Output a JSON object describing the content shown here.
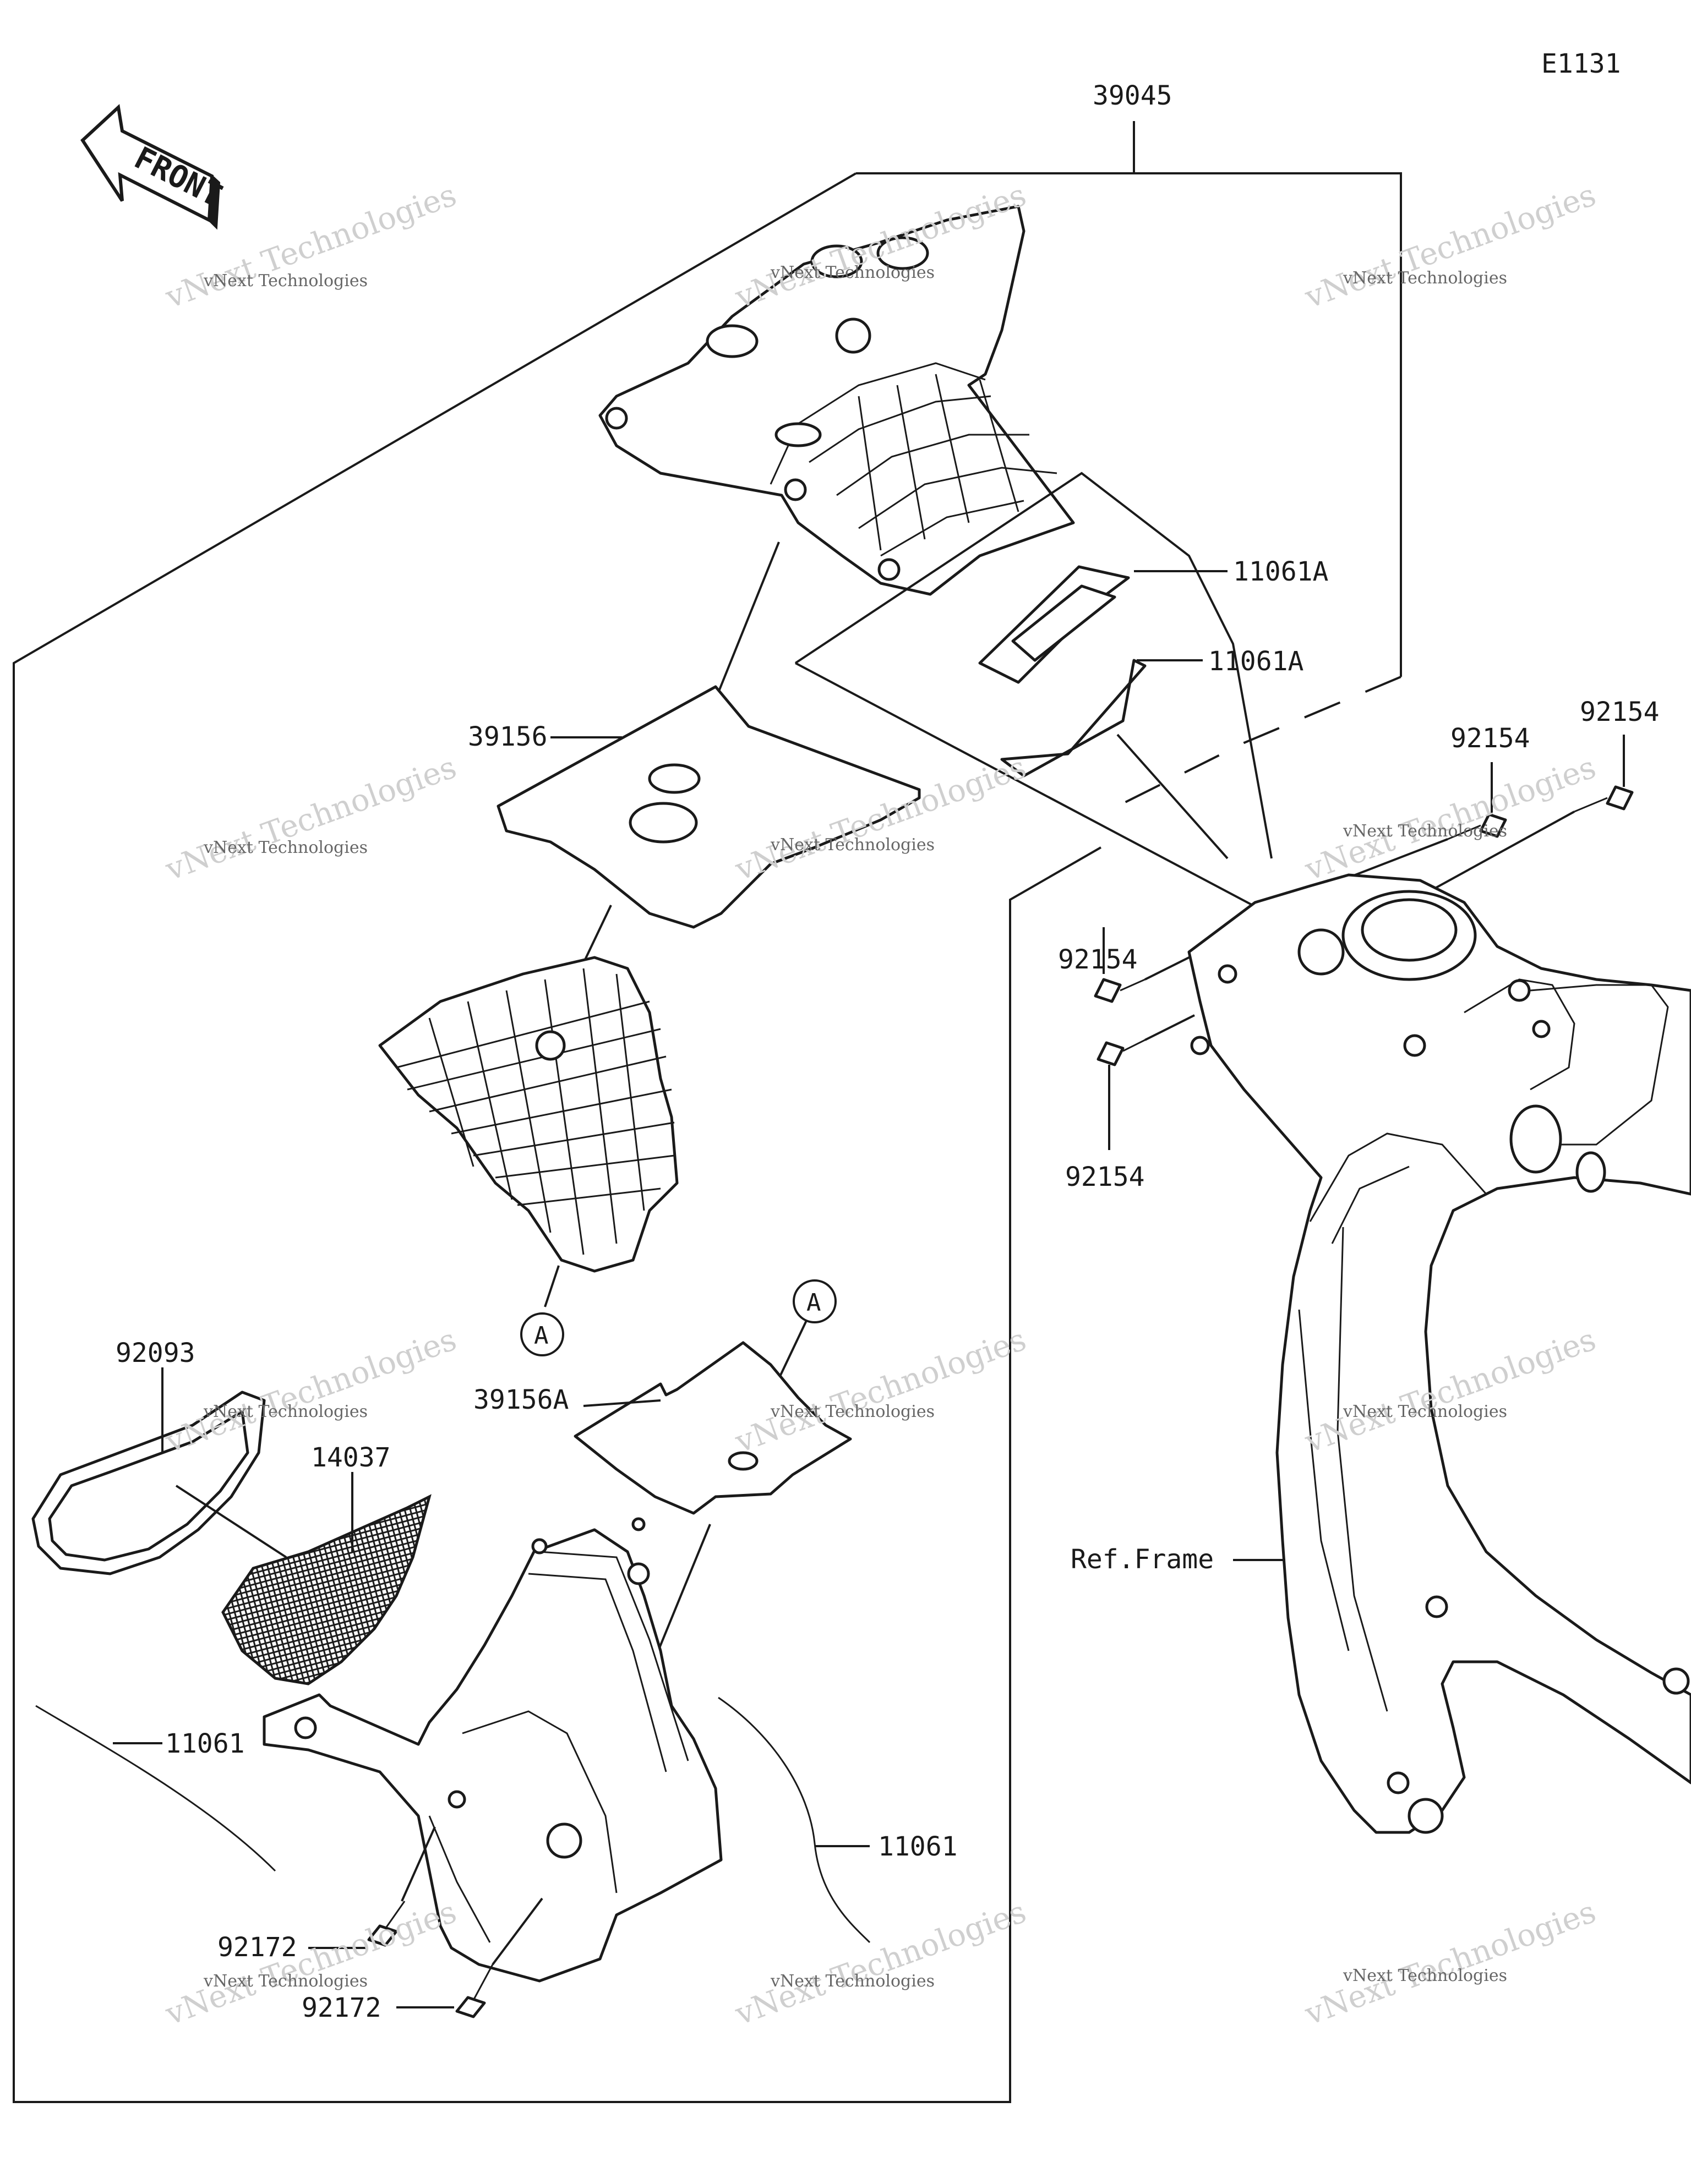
{
  "diagram_code": "E1131",
  "front_label": "FRONT",
  "callouts": {
    "p39045": "39045",
    "p11061a_1": "11061A",
    "p11061a_2": "11061A",
    "p39156": "39156",
    "p92154_1": "92154",
    "p92154_2": "92154",
    "p92154_3": "92154",
    "p92154_4": "92154",
    "p92093": "92093",
    "p14037": "14037",
    "p39156a": "39156A",
    "p11061_1": "11061",
    "p11061_2": "11061",
    "p92172_1": "92172",
    "p92172_2": "92172",
    "ref_frame": "Ref.Frame",
    "mark_a_1": "A",
    "mark_a_2": "A"
  },
  "watermark": {
    "line1": "vNext Technologies",
    "line2": "vNext Technologies"
  }
}
